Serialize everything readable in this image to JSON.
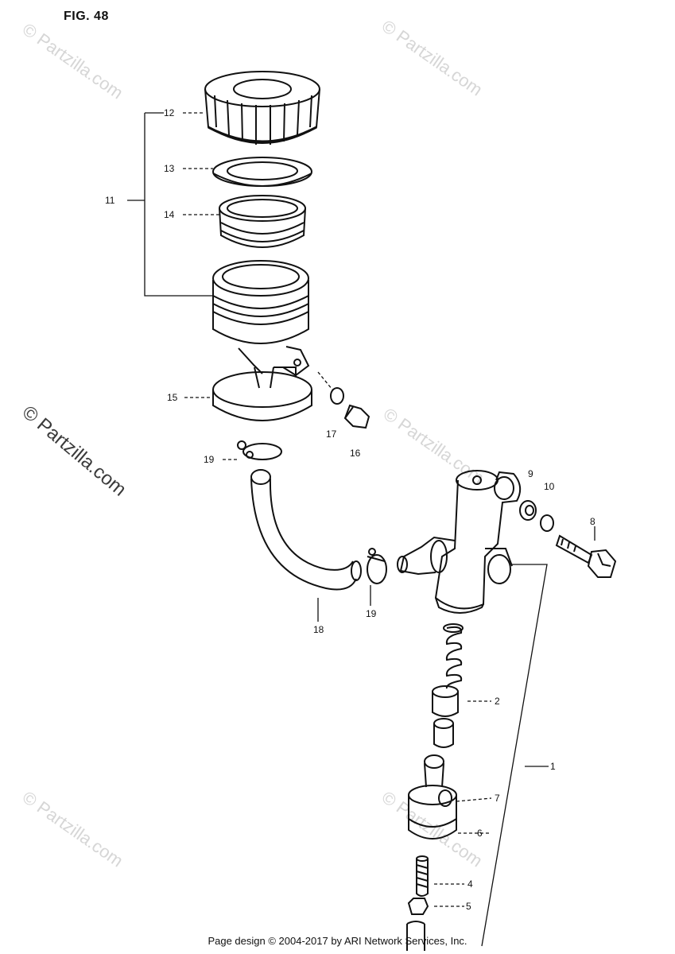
{
  "figure": {
    "title": "FIG. 48"
  },
  "watermark": {
    "text": "© Partzilla.com"
  },
  "footer": {
    "text": "Page design © 2004-2017 by ARI Network Services, Inc."
  },
  "callouts": {
    "c1": "1",
    "c2": "2",
    "c4": "4",
    "c5": "5",
    "c6": "6",
    "c7": "7",
    "c8": "8",
    "c9": "9",
    "c10": "10",
    "c11": "11",
    "c12": "12",
    "c13": "13",
    "c14": "14",
    "c15": "15",
    "c16": "16",
    "c17": "17",
    "c18": "18",
    "c19a": "19",
    "c19b": "19"
  }
}
